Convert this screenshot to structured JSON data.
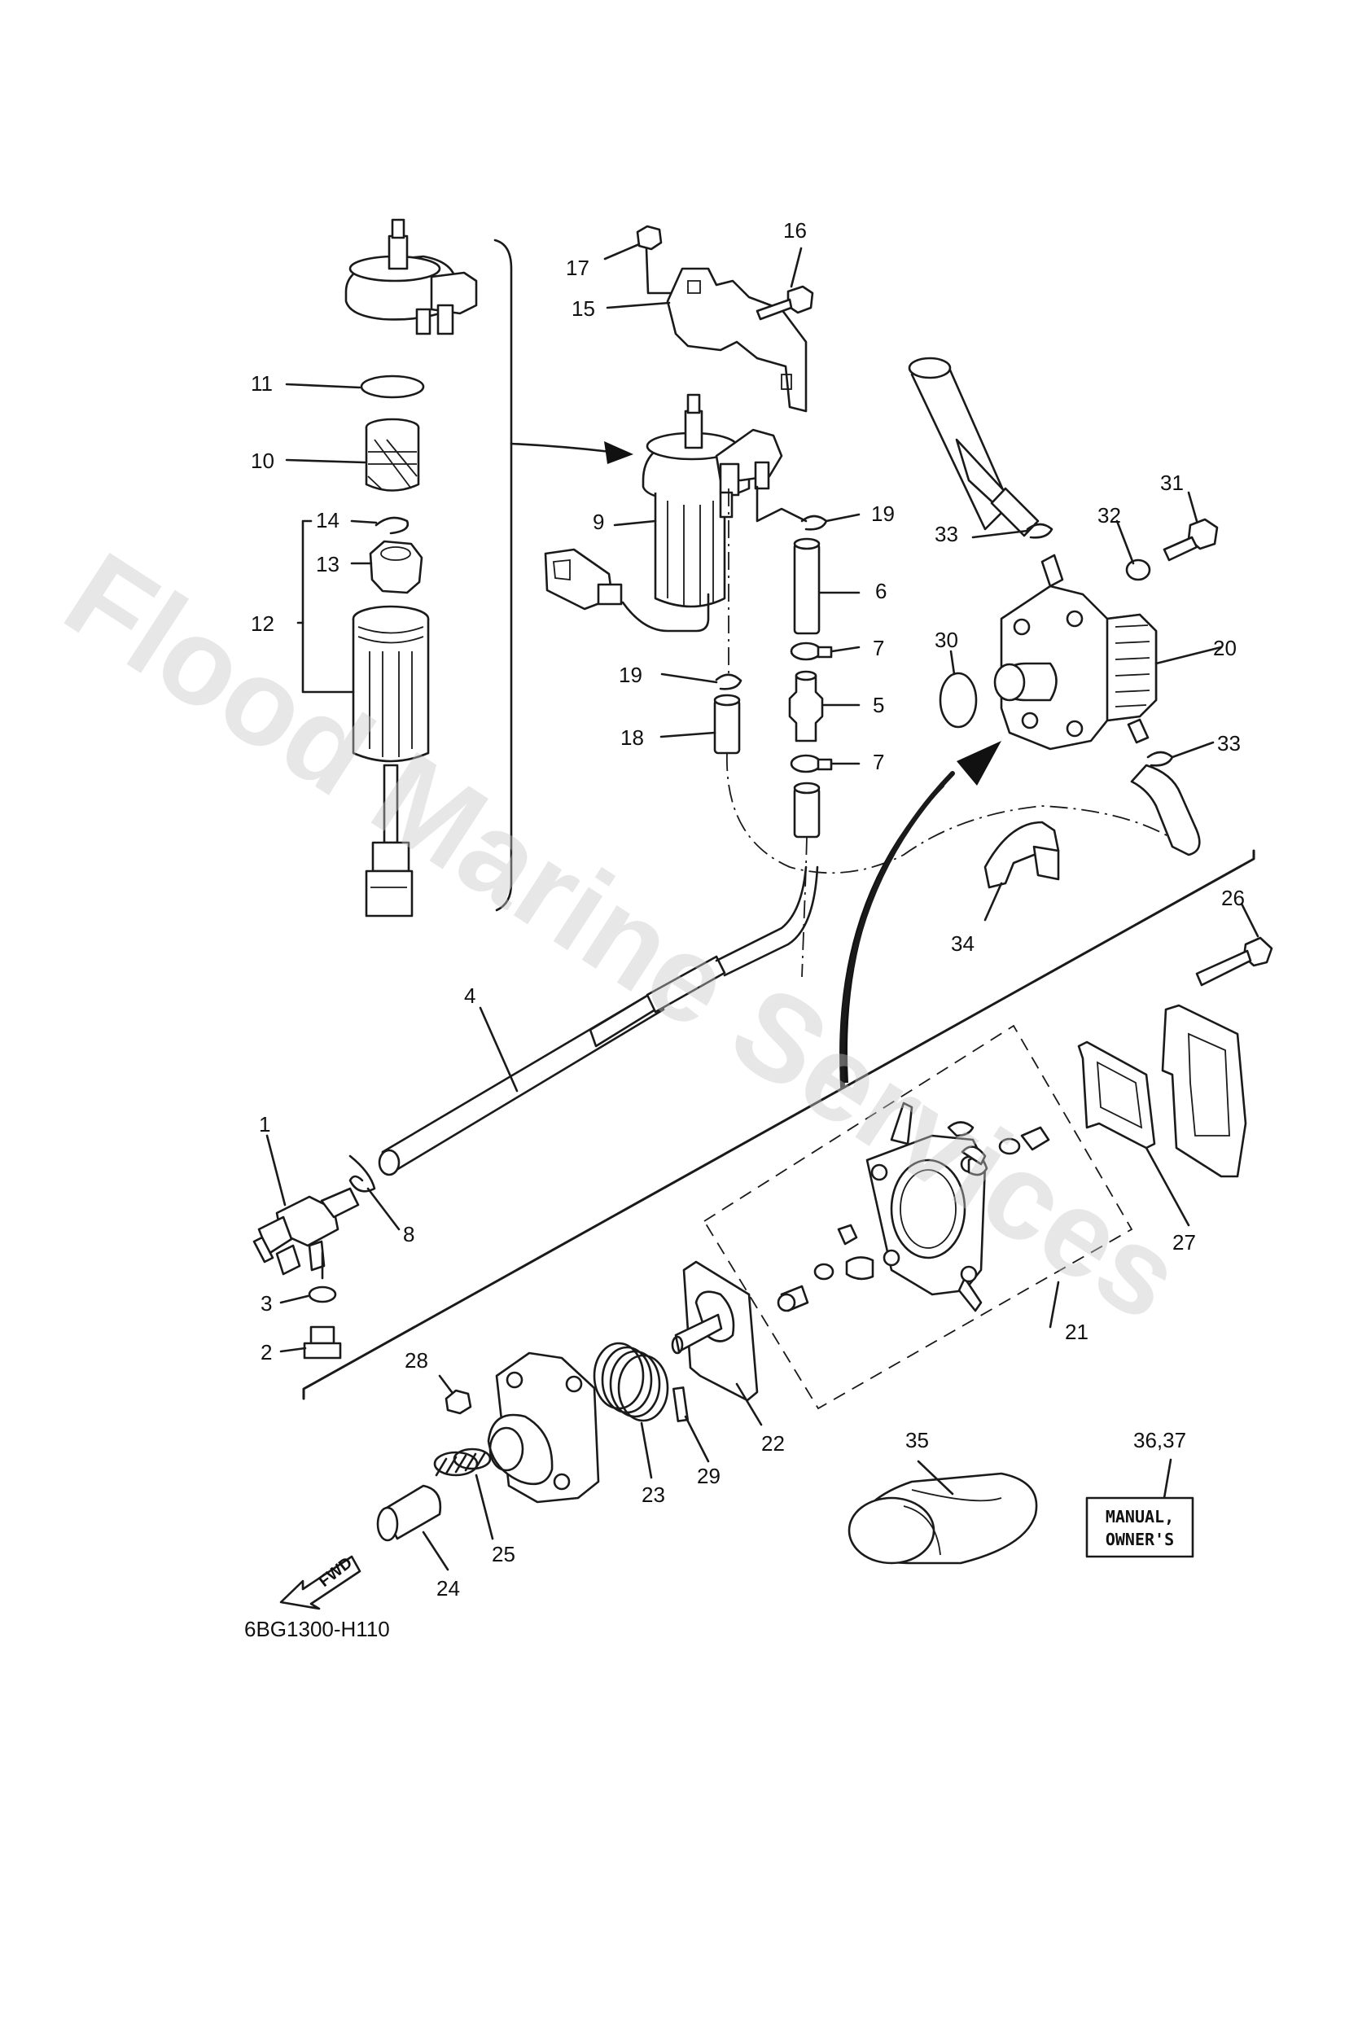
{
  "watermark": "Flood Marine Services",
  "diagram_code": "6BG1300-H110",
  "fwd_label": "FWD",
  "manual_plate": {
    "line1": "MANUAL,",
    "line2": "OWNER'S"
  },
  "callouts": {
    "c1": "1",
    "c2": "2",
    "c3": "3",
    "c4": "4",
    "c5": "5",
    "c6": "6",
    "c7a": "7",
    "c7b": "7",
    "c8": "8",
    "c9": "9",
    "c10": "10",
    "c11": "11",
    "c12": "12",
    "c13": "13",
    "c14": "14",
    "c15": "15",
    "c16": "16",
    "c17": "17",
    "c18": "18",
    "c19a": "19",
    "c19b": "19",
    "c20": "20",
    "c21": "21",
    "c22": "22",
    "c23": "23",
    "c24": "24",
    "c25": "25",
    "c26": "26",
    "c27": "27",
    "c28": "28",
    "c29": "29",
    "c30": "30",
    "c31": "31",
    "c32": "32",
    "c33a": "33",
    "c33b": "33",
    "c34": "34",
    "c35": "35",
    "c36": "36,37"
  }
}
